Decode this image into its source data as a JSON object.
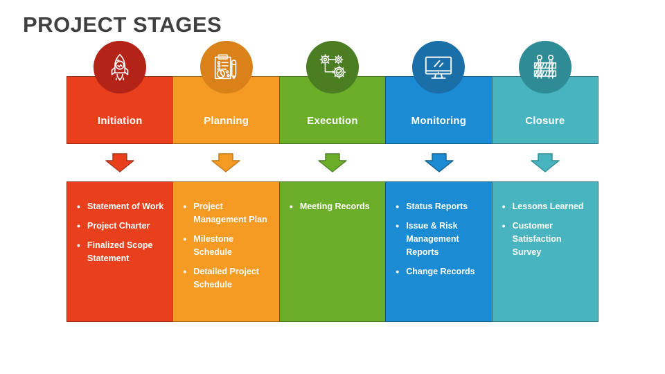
{
  "slide": {
    "title": "PROJECT STAGES",
    "title_color": "#404040",
    "background": "#ffffff"
  },
  "stages": [
    {
      "name": "Initiation",
      "icon": "rocket-icon",
      "color": "#E8401C",
      "circle_color": "#B32317",
      "arrow_color": "#E8401C",
      "arrow_stroke": "#A8341A",
      "items": [
        "Statement of Work",
        "Project Charter",
        "Finalized Scope Statement"
      ]
    },
    {
      "name": "Planning",
      "icon": "clipboard-pen-icon",
      "color": "#F59A23",
      "circle_color": "#D9821A",
      "arrow_color": "#F59A23",
      "arrow_stroke": "#C2761A",
      "items": [
        "Project Management Plan",
        "Milestone Schedule",
        "Detailed Project Schedule"
      ]
    },
    {
      "name": "Execution",
      "icon": "gears-flow-icon",
      "color": "#6BAE2A",
      "circle_color": "#4B7D22",
      "arrow_color": "#6BAE2A",
      "arrow_stroke": "#4F7F24",
      "items": [
        "Meeting Records"
      ]
    },
    {
      "name": "Monitoring",
      "icon": "monitor-icon",
      "color": "#1B8CD4",
      "circle_color": "#1B6FA8",
      "arrow_color": "#1B8CD4",
      "arrow_stroke": "#15618F",
      "items": [
        "Status Reports",
        "Issue & Risk Management Reports",
        "Change Records"
      ]
    },
    {
      "name": "Closure",
      "icon": "barricade-icon",
      "color": "#48B4C0",
      "circle_color": "#2E8C96",
      "arrow_color": "#48B4C0",
      "arrow_stroke": "#2E8C96",
      "items": [
        "Lessons Learned",
        "Customer Satisfaction Survey"
      ]
    }
  ]
}
